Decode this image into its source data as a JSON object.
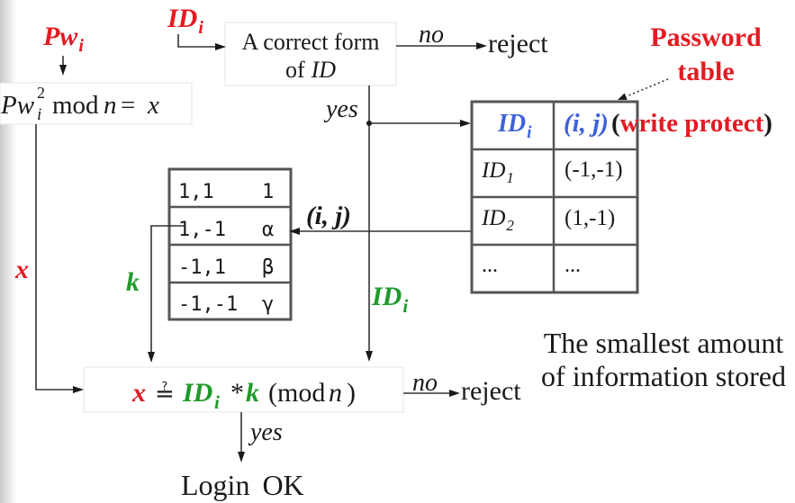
{
  "colors": {
    "red": "#e31b23",
    "green": "#1f9a2a",
    "blue": "#3f62d9",
    "ink": "#1a1a1a",
    "line": "#333333",
    "table_border": "#555555",
    "box_edge": "#e6e6e6"
  },
  "password_input": {
    "base": "Pw",
    "sub": "i"
  },
  "identity_input": {
    "base": "ID",
    "sub": "i"
  },
  "square_step": {
    "base": "Pw",
    "sub": "i",
    "sup": "2",
    "op": "mod",
    "modulus": "n",
    "eq": "=",
    "result": "x"
  },
  "id_check": {
    "line1": "A correct form",
    "line2": "of",
    "line2_id": "ID",
    "no_label": "no",
    "reject": "reject",
    "yes_label": "yes"
  },
  "password_table": {
    "title": [
      "Password",
      "table"
    ],
    "header": {
      "id_base": "ID",
      "id_sub": "i",
      "pair": "(i, j)",
      "note_open": "(",
      "note": "write protect",
      "note_close": ")"
    },
    "rows": [
      {
        "id_base": "ID",
        "id_sub": "1",
        "pair": "(-1,-1)"
      },
      {
        "id_base": "ID",
        "id_sub": "2",
        "pair": "(1,-1)"
      },
      {
        "id_base": "...",
        "pair": "..."
      }
    ]
  },
  "lookup_label": "(i, j)",
  "k_table": [
    {
      "pair": "1,1",
      "value": "1"
    },
    {
      "pair": "1,-1",
      "value": "α"
    },
    {
      "pair": "-1,1",
      "value": "β"
    },
    {
      "pair": "-1,-1",
      "value": "γ"
    }
  ],
  "flow_labels": {
    "x": "x",
    "k": "k",
    "id_base": "ID",
    "id_sub": "i"
  },
  "verify_step": {
    "x": "x",
    "op": "≟",
    "id_base": "ID",
    "id_sub": "i",
    "mult": "*",
    "k": "k",
    "mod_open": "(mod",
    "modulus": "n",
    "close": ")",
    "no_label": "no",
    "reject": "reject",
    "yes_label": "yes"
  },
  "result": "Login OK",
  "note": [
    "The smallest amount",
    "of information stored"
  ]
}
